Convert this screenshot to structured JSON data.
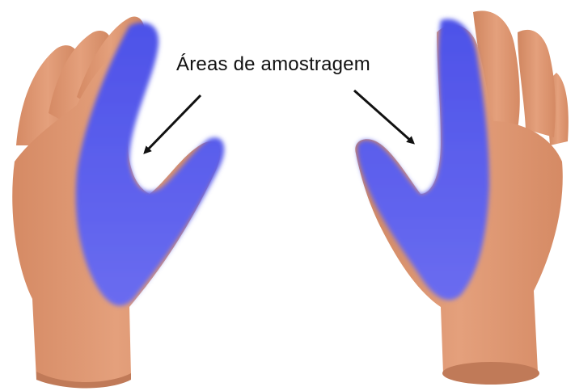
{
  "annotation": {
    "label": "Áreas de amostragem"
  },
  "colors": {
    "skin": "#e09a76",
    "skin_shadow": "#b97456",
    "sample_area": "#5a5ff0",
    "sample_area_dark": "#3c3fd6",
    "arrow": "#111111",
    "background": "#ffffff"
  },
  "icons": {
    "left_hand": "left-hand-illustration",
    "right_hand": "right-hand-illustration",
    "arrow": "arrow-icon"
  }
}
